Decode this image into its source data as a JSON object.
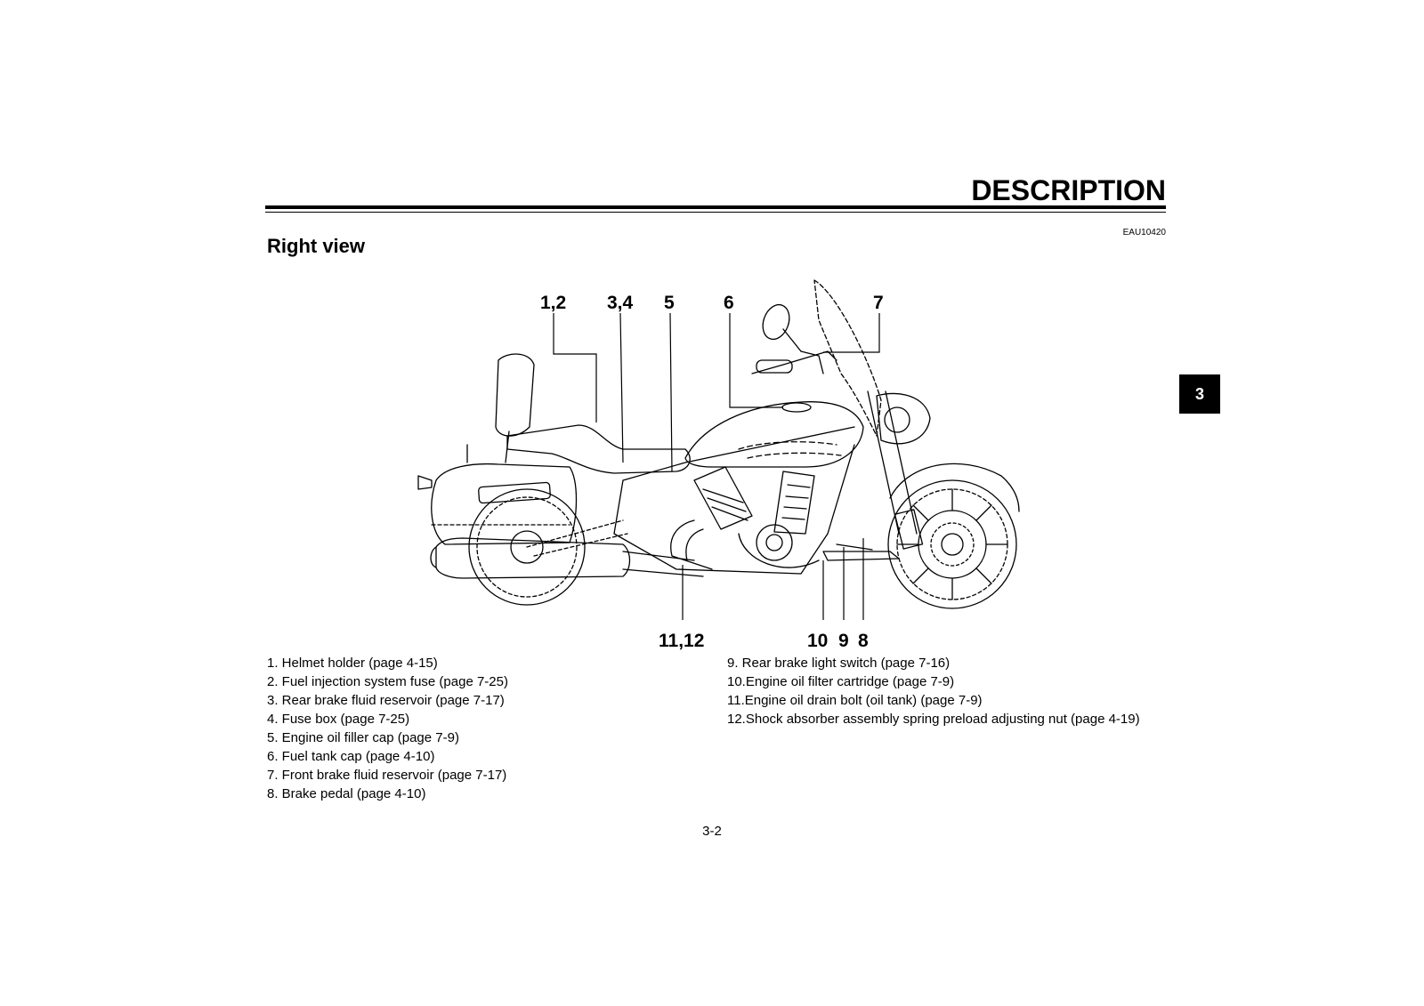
{
  "header": {
    "title": "DESCRIPTION",
    "code": "EAU10420"
  },
  "section_title": "Right view",
  "chapter_tab": "3",
  "callouts": {
    "c1_2": "1,2",
    "c3_4": "3,4",
    "c5": "5",
    "c6": "6",
    "c7": "7",
    "c11_12": "11,12",
    "c10": "10",
    "c9": "9",
    "c8": "8"
  },
  "parts_left": [
    "1. Helmet holder (page 4-15)",
    "2. Fuel injection system fuse (page 7-25)",
    "3. Rear brake fluid reservoir (page 7-17)",
    "4. Fuse box (page 7-25)",
    "5. Engine oil filler cap (page 7-9)",
    "6. Fuel tank cap (page 4-10)",
    "7. Front brake fluid reservoir (page 7-17)",
    "8. Brake pedal (page 4-10)"
  ],
  "parts_right": [
    "9. Rear brake light switch (page 7-16)",
    "10.Engine oil filter cartridge (page 7-9)",
    "11.Engine oil drain bolt (oil tank) (page 7-9)",
    "12.Shock absorber assembly spring preload adjusting nut (page 4-19)"
  ],
  "page_number": "3-2"
}
